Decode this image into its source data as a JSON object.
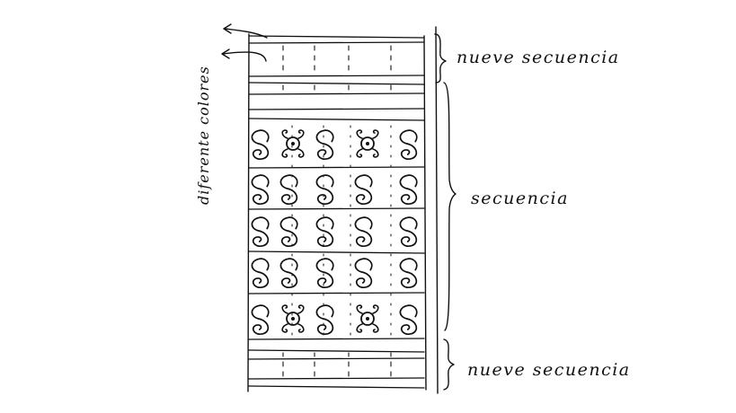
{
  "labels": {
    "top": "nueve secuencia",
    "middle": "secuencia",
    "bottom": "nueve secuencia",
    "side": "diferente colores"
  },
  "grid": {
    "motif_rows": 5,
    "motif_cols": 5,
    "eye_motifs": [
      [
        0,
        1
      ],
      [
        0,
        3
      ],
      [
        4,
        1
      ],
      [
        4,
        3
      ]
    ]
  }
}
